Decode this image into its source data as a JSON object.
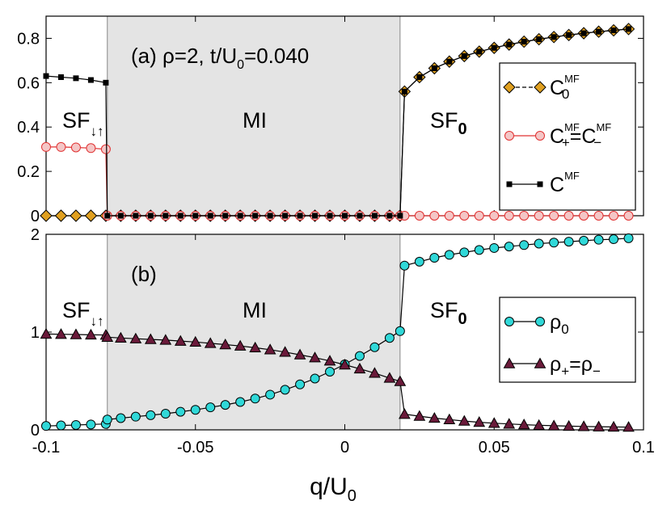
{
  "figure": {
    "xlabel_main": "q/U",
    "xlabel_sub": "0"
  },
  "chart_data": [
    {
      "type": "scatter",
      "panel": "a",
      "panel_label": "(a) ρ=2, t/U",
      "panel_label_sub": "0",
      "panel_label_tail": "=0.040",
      "xlim": [
        -0.1,
        0.1
      ],
      "ylim": [
        0,
        0.9
      ],
      "xticks": [
        "-0.1",
        "-0.05",
        "0",
        "0.05",
        "0.1"
      ],
      "yticks": [
        0,
        0.2,
        0.4,
        0.6,
        0.8
      ],
      "ytick_labels": [
        "0",
        "0.2",
        "0.4",
        "0.6",
        "0.8"
      ],
      "shaded_region": [
        -0.0795,
        0.0185
      ],
      "region_labels": {
        "left": "SF",
        "left_sub": "↓↑",
        "middle": "MI",
        "right": "SF",
        "right_sub": "0"
      },
      "legend_position": "right",
      "legend": [
        {
          "label": "C",
          "sub": "0",
          "sup": "MF"
        },
        {
          "label": "C",
          "sub": "+",
          "sup": "MF",
          "tail": "=C",
          "tail_sub": "−",
          "tail_sup": "MF"
        },
        {
          "label": "C",
          "sup": "MF"
        }
      ],
      "series": [
        {
          "key": "C0",
          "marker": "diamond",
          "color": "#e0a020",
          "x": [
            -0.1,
            -0.095,
            -0.09,
            -0.085,
            -0.08,
            -0.075,
            -0.07,
            -0.065,
            -0.06,
            -0.055,
            -0.05,
            -0.045,
            -0.04,
            -0.035,
            -0.03,
            -0.025,
            -0.02,
            -0.015,
            -0.01,
            -0.005,
            0.0,
            0.005,
            0.01,
            0.015,
            0.0185,
            0.02,
            0.025,
            0.03,
            0.035,
            0.04,
            0.045,
            0.05,
            0.055,
            0.06,
            0.065,
            0.07,
            0.075,
            0.08,
            0.085,
            0.09,
            0.095
          ],
          "y": [
            0,
            0,
            0,
            0,
            0,
            0,
            0,
            0,
            0,
            0,
            0,
            0,
            0,
            0,
            0,
            0,
            0,
            0,
            0,
            0,
            0,
            0,
            0,
            0,
            0,
            0.56,
            0.625,
            0.665,
            0.695,
            0.72,
            0.74,
            0.757,
            0.772,
            0.785,
            0.796,
            0.806,
            0.815,
            0.823,
            0.83,
            0.836,
            0.842
          ]
        },
        {
          "key": "Cplus",
          "marker": "circle",
          "color": "#e03030",
          "x": [
            -0.1,
            -0.095,
            -0.09,
            -0.085,
            -0.08,
            -0.0795,
            -0.075,
            -0.07,
            -0.065,
            -0.06,
            -0.055,
            -0.05,
            -0.045,
            -0.04,
            -0.035,
            -0.03,
            -0.025,
            -0.02,
            -0.015,
            -0.01,
            -0.005,
            0.0,
            0.005,
            0.01,
            0.015,
            0.0185,
            0.02,
            0.025,
            0.03,
            0.035,
            0.04,
            0.045,
            0.05,
            0.055,
            0.06,
            0.065,
            0.07,
            0.075,
            0.08,
            0.085,
            0.09,
            0.095
          ],
          "y": [
            0.31,
            0.31,
            0.308,
            0.305,
            0.3,
            0,
            0,
            0,
            0,
            0,
            0,
            0,
            0,
            0,
            0,
            0,
            0,
            0,
            0,
            0,
            0,
            0,
            0,
            0,
            0,
            0,
            0,
            0,
            0,
            0,
            0,
            0,
            0,
            0,
            0,
            0,
            0,
            0,
            0,
            0,
            0,
            0
          ]
        },
        {
          "key": "C",
          "marker": "square",
          "color": "#000000",
          "x": [
            -0.1,
            -0.095,
            -0.09,
            -0.085,
            -0.08,
            -0.0795,
            -0.075,
            -0.07,
            -0.065,
            -0.06,
            -0.055,
            -0.05,
            -0.045,
            -0.04,
            -0.035,
            -0.03,
            -0.025,
            -0.02,
            -0.015,
            -0.01,
            -0.005,
            0.0,
            0.005,
            0.01,
            0.015,
            0.0185,
            0.02,
            0.025,
            0.03,
            0.035,
            0.04,
            0.045,
            0.05,
            0.055,
            0.06,
            0.065,
            0.07,
            0.075,
            0.08,
            0.085,
            0.09,
            0.095
          ],
          "y": [
            0.63,
            0.625,
            0.62,
            0.612,
            0.6,
            0,
            0,
            0,
            0,
            0,
            0,
            0,
            0,
            0,
            0,
            0,
            0,
            0,
            0,
            0,
            0,
            0,
            0,
            0,
            0,
            0,
            0.56,
            0.625,
            0.665,
            0.695,
            0.72,
            0.74,
            0.757,
            0.772,
            0.785,
            0.796,
            0.806,
            0.815,
            0.823,
            0.83,
            0.836,
            0.842
          ]
        }
      ]
    },
    {
      "type": "scatter",
      "panel": "b",
      "panel_label": "(b)",
      "xlim": [
        -0.1,
        0.1
      ],
      "ylim": [
        0,
        2
      ],
      "xticks": [
        "-0.1",
        "-0.05",
        "0",
        "0.05",
        "0.1"
      ],
      "yticks": [
        0,
        1,
        2
      ],
      "ytick_labels": [
        "0",
        "1",
        "2"
      ],
      "shaded_region": [
        -0.0795,
        0.0185
      ],
      "region_labels": {
        "left": "SF",
        "left_sub": "↓↑",
        "middle": "MI",
        "right": "SF",
        "right_sub": "0"
      },
      "legend_position": "right",
      "legend": [
        {
          "label": "ρ",
          "sub": "0"
        },
        {
          "label": "ρ",
          "sub": "+",
          "tail": "=ρ",
          "tail_sub": "−"
        }
      ],
      "series": [
        {
          "key": "rho0",
          "marker": "circle",
          "color": "#30d8d8",
          "x": [
            -0.1,
            -0.095,
            -0.09,
            -0.085,
            -0.08,
            -0.0795,
            -0.075,
            -0.07,
            -0.065,
            -0.06,
            -0.055,
            -0.05,
            -0.045,
            -0.04,
            -0.035,
            -0.03,
            -0.025,
            -0.02,
            -0.015,
            -0.01,
            -0.005,
            0.0,
            0.005,
            0.01,
            0.015,
            0.0185,
            0.02,
            0.025,
            0.03,
            0.035,
            0.04,
            0.045,
            0.05,
            0.055,
            0.06,
            0.065,
            0.07,
            0.075,
            0.08,
            0.085,
            0.09,
            0.095
          ],
          "y": [
            0.04,
            0.045,
            0.05,
            0.055,
            0.06,
            0.105,
            0.12,
            0.135,
            0.15,
            0.165,
            0.185,
            0.205,
            0.23,
            0.255,
            0.285,
            0.32,
            0.36,
            0.41,
            0.465,
            0.525,
            0.595,
            0.67,
            0.755,
            0.845,
            0.94,
            1.01,
            1.68,
            1.72,
            1.76,
            1.79,
            1.815,
            1.84,
            1.86,
            1.875,
            1.89,
            1.905,
            1.915,
            1.925,
            1.935,
            1.945,
            1.95,
            1.96
          ]
        },
        {
          "key": "rhoPlus",
          "marker": "triangle",
          "color": "#6a1a3a",
          "x": [
            -0.1,
            -0.095,
            -0.09,
            -0.085,
            -0.08,
            -0.0795,
            -0.075,
            -0.07,
            -0.065,
            -0.06,
            -0.055,
            -0.05,
            -0.045,
            -0.04,
            -0.035,
            -0.03,
            -0.025,
            -0.02,
            -0.015,
            -0.01,
            -0.005,
            0.0,
            0.005,
            0.01,
            0.015,
            0.0185,
            0.02,
            0.025,
            0.03,
            0.035,
            0.04,
            0.045,
            0.05,
            0.055,
            0.06,
            0.065,
            0.07,
            0.075,
            0.08,
            0.085,
            0.09,
            0.095
          ],
          "y": [
            0.98,
            0.978,
            0.975,
            0.972,
            0.97,
            0.948,
            0.94,
            0.932,
            0.925,
            0.918,
            0.908,
            0.898,
            0.885,
            0.872,
            0.858,
            0.84,
            0.82,
            0.795,
            0.768,
            0.738,
            0.705,
            0.665,
            0.625,
            0.58,
            0.53,
            0.495,
            0.16,
            0.14,
            0.12,
            0.105,
            0.09,
            0.078,
            0.068,
            0.06,
            0.053,
            0.047,
            0.042,
            0.038,
            0.035,
            0.032,
            0.03,
            0.028
          ]
        }
      ]
    }
  ]
}
